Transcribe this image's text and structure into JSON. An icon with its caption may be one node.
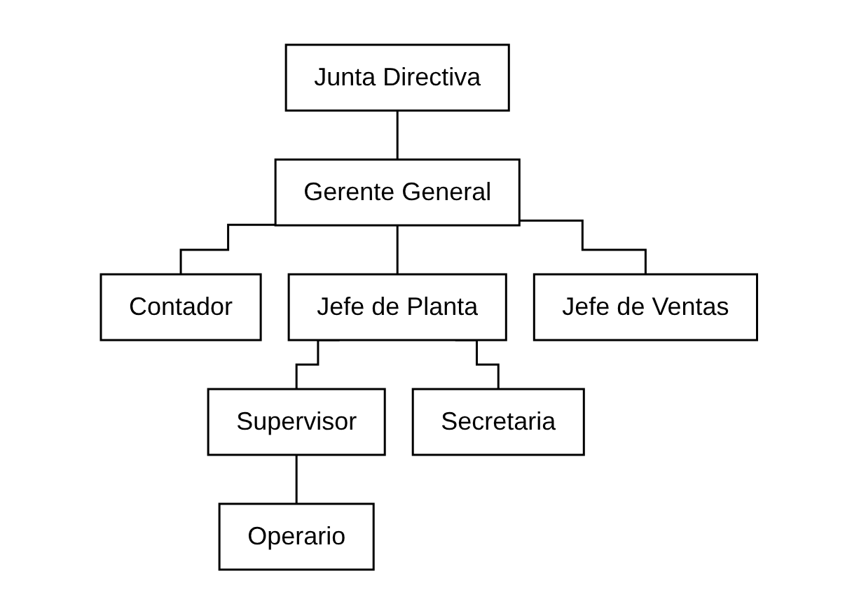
{
  "diagram": {
    "nodes": [
      {
        "text": [
          "Junta Directiva"
        ]
      },
      {
        "text": [
          "Gerente General"
        ]
      },
      {
        "text": [
          "Contador"
        ]
      },
      {
        "text": [
          "Jefe de Planta"
        ]
      },
      {
        "text": [
          "Jefe de Ventas"
        ]
      },
      {
        "text": [
          "Supervisor"
        ]
      },
      {
        "text": [
          "Secretaria"
        ]
      },
      {
        "text": [
          "Operario"
        ]
      }
    ],
    "edges": [
      {
        "from": 0,
        "to": 1,
        "arrow": "none"
      },
      {
        "from": 1,
        "to": 2,
        "arrow": "none"
      },
      {
        "from": 1,
        "to": 3,
        "arrow": "none"
      },
      {
        "from": 1,
        "to": 4,
        "arrow": "none"
      },
      {
        "from": 3,
        "to": 5,
        "arrow": "none"
      },
      {
        "from": 3,
        "to": 6,
        "arrow": "none"
      },
      {
        "from": 5,
        "to": 7,
        "arrow": "none"
      }
    ]
  }
}
